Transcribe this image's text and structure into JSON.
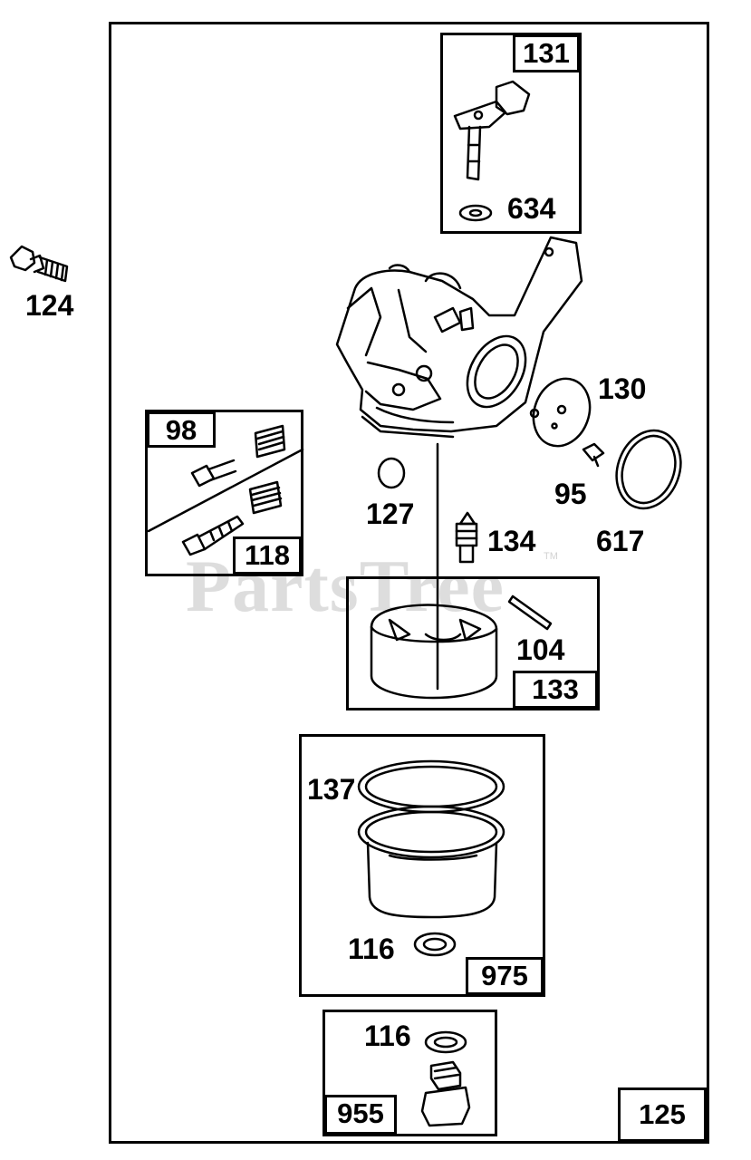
{
  "callouts": {
    "c124": "124",
    "c131": "131",
    "c634": "634",
    "c130": "130",
    "c98": "98",
    "c118": "118",
    "c95": "95",
    "c127": "127",
    "c134": "134",
    "c617": "617",
    "c104": "104",
    "c133": "133",
    "c137": "137",
    "c116a": "116",
    "c975": "975",
    "c116b": "116",
    "c955": "955",
    "c125": "125"
  },
  "watermark": {
    "text": "PartsTree",
    "tm": "TM"
  }
}
